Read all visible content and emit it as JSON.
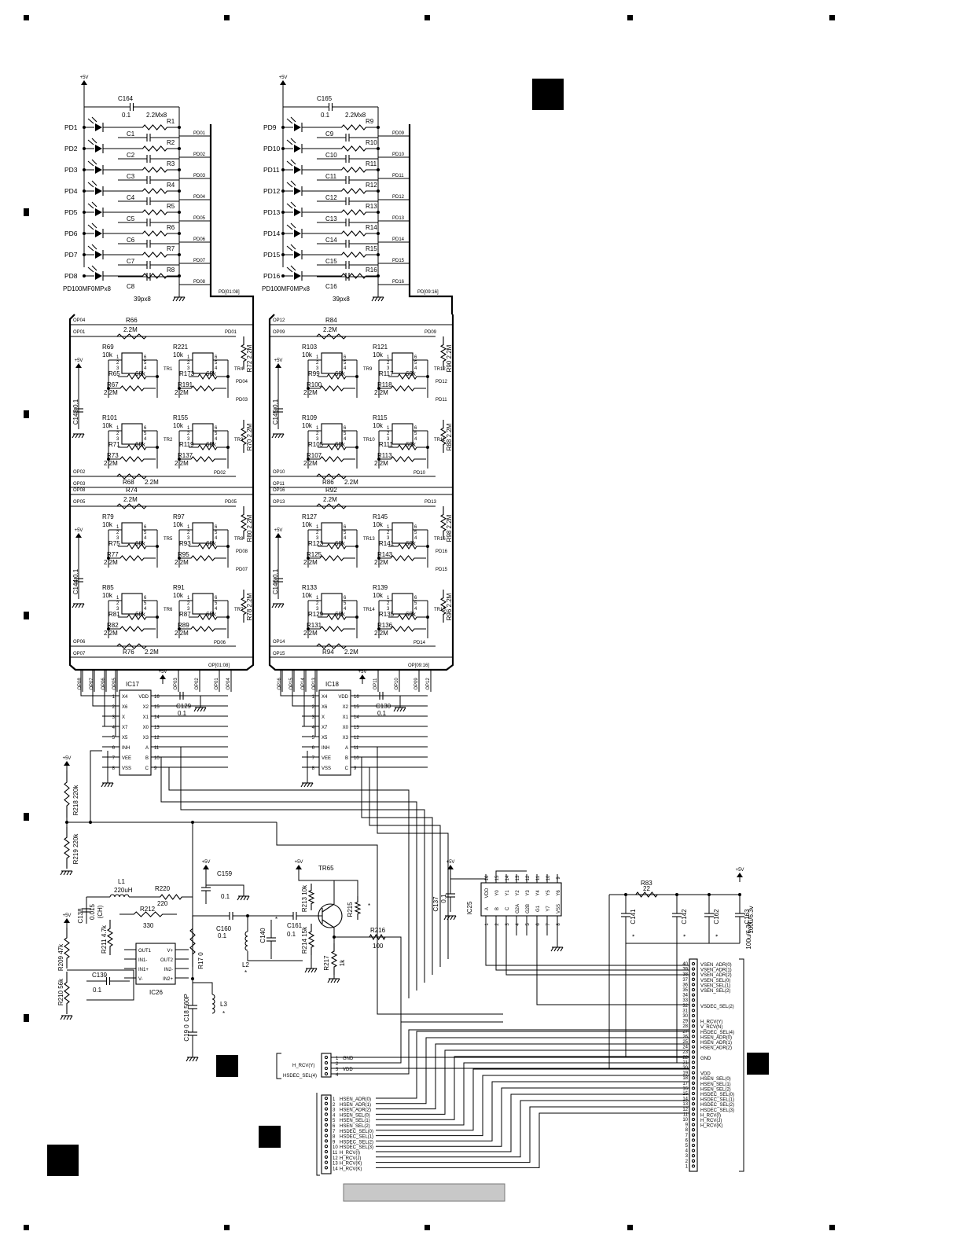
{
  "photodiode_banks": [
    {
      "supply": "+5V",
      "top_cap": {
        "ref": "C164",
        "value": "0.1"
      },
      "top_res_value": "2.2Mx8",
      "channels": [
        {
          "pd": "PD1",
          "r": "R1",
          "c": "",
          "net": "PD01"
        },
        {
          "pd": "PD2",
          "r": "R2",
          "c": "C1",
          "net": "PD02"
        },
        {
          "pd": "PD3",
          "r": "R3",
          "c": "C2",
          "net": "PD03"
        },
        {
          "pd": "PD4",
          "r": "R4",
          "c": "C3",
          "net": "PD04"
        },
        {
          "pd": "PD5",
          "r": "R5",
          "c": "C4",
          "net": "PD05"
        },
        {
          "pd": "PD6",
          "r": "R6",
          "c": "C5",
          "net": "PD06"
        },
        {
          "pd": "PD7",
          "r": "R7",
          "c": "C6",
          "net": "PD07"
        },
        {
          "pd": "PD8",
          "r": "R8",
          "c": "C7",
          "net": "PD08"
        }
      ],
      "last_cap": "C8",
      "cap_value": "39px8",
      "part": "PD100MF0MPx8",
      "bus": "PD[01:08]"
    },
    {
      "supply": "+5V",
      "top_cap": {
        "ref": "C165",
        "value": "0.1"
      },
      "top_res_value": "2.2Mx8",
      "channels": [
        {
          "pd": "PD9",
          "r": "R9",
          "c": "",
          "net": "PD09"
        },
        {
          "pd": "PD10",
          "r": "R10",
          "c": "C9",
          "net": "PD10"
        },
        {
          "pd": "PD11",
          "r": "R11",
          "c": "C10",
          "net": "PD11"
        },
        {
          "pd": "PD12",
          "r": "R12",
          "c": "C11",
          "net": "PD12"
        },
        {
          "pd": "PD13",
          "r": "R13",
          "c": "C12",
          "net": "PD13"
        },
        {
          "pd": "PD14",
          "r": "R14",
          "c": "C13",
          "net": "PD14"
        },
        {
          "pd": "PD15",
          "r": "R15",
          "c": "C14",
          "net": "PD15"
        },
        {
          "pd": "PD16",
          "r": "R16",
          "c": "C15",
          "net": "PD16"
        }
      ],
      "last_cap": "C16",
      "cap_value": "39px8",
      "part": "PD100MF0MPx8",
      "bus": "PD[09:16]"
    }
  ],
  "amp_blocks": [
    {
      "bus": "OP[01:08]",
      "groups": [
        {
          "in_top": "OP04",
          "in_top2": "OP01",
          "in_bot": "OP02",
          "in_bot2": "OP03",
          "fb_top": {
            "ref": "R66",
            "value": "2.2M"
          },
          "fb_bot": {
            "ref": "R68",
            "value": "2.2M"
          },
          "side_res": [
            {
              "ref": "R72",
              "value": "2.2M"
            },
            {
              "ref": "R70",
              "value": "2.2M"
            }
          ],
          "nets": [
            "PD01",
            "PD04",
            "PD03",
            "PD02"
          ],
          "cap": {
            "ref": "C143",
            "value": "0.1"
          },
          "trs": [
            {
              "tr": "TR1",
              "rin": "R69",
              "rin_v": "10k",
              "rfb": "R65",
              "rfb_v": "68k",
              "rlow": "R67",
              "rlow_v": "2.2M"
            },
            {
              "tr": "TR4",
              "rin": "R221",
              "rin_v": "10k",
              "rfb": "R173",
              "rfb_v": "68k",
              "rlow": "R191",
              "rlow_v": "2.2M"
            },
            {
              "tr": "TR2",
              "rin": "R101",
              "rin_v": "10k",
              "rfb": "R71",
              "rfb_v": "68k",
              "rlow": "R73",
              "rlow_v": "2.2M"
            },
            {
              "tr": "TR3",
              "rin": "R155",
              "rin_v": "10k",
              "rfb": "R119",
              "rfb_v": "68k",
              "rlow": "R137",
              "rlow_v": "2.2M"
            }
          ]
        },
        {
          "in_top": "OP08",
          "in_top2": "OP05",
          "in_bot": "OP06",
          "in_bot2": "OP07",
          "fb_top": {
            "ref": "R74",
            "value": "2.2M"
          },
          "fb_bot": {
            "ref": "R76",
            "value": "2.2M"
          },
          "side_res": [
            {
              "ref": "R80",
              "value": "2.2M"
            },
            {
              "ref": "R78",
              "value": "2.2M"
            }
          ],
          "nets": [
            "PD05",
            "PD08",
            "PD07",
            "PD06"
          ],
          "cap": {
            "ref": "C144",
            "value": "0.1"
          },
          "trs": [
            {
              "tr": "TR5",
              "rin": "R79",
              "rin_v": "10k",
              "rfb": "R75",
              "rfb_v": "68k",
              "rlow": "R77",
              "rlow_v": "2.2M"
            },
            {
              "tr": "TR8",
              "rin": "R97",
              "rin_v": "10k",
              "rfb": "R93",
              "rfb_v": "68k",
              "rlow": "R95",
              "rlow_v": "2.2M"
            },
            {
              "tr": "TR6",
              "rin": "R85",
              "rin_v": "10k",
              "rfb": "R81",
              "rfb_v": "68k",
              "rlow": "R82",
              "rlow_v": "2.2M"
            },
            {
              "tr": "TR7",
              "rin": "R91",
              "rin_v": "10k",
              "rfb": "R87",
              "rfb_v": "68k",
              "rlow": "R89",
              "rlow_v": "2.2M"
            }
          ]
        }
      ]
    },
    {
      "bus": "OP[09:16]",
      "groups": [
        {
          "in_top": "OP12",
          "in_top2": "OP09",
          "in_bot": "OP10",
          "in_bot2": "OP11",
          "fb_top": {
            "ref": "R84",
            "value": "2.2M"
          },
          "fb_bot": {
            "ref": "R86",
            "value": "2.2M"
          },
          "side_res": [
            {
              "ref": "R90",
              "value": "2.2M"
            },
            {
              "ref": "R88",
              "value": "2.2M"
            }
          ],
          "nets": [
            "PD09",
            "PD12",
            "PD11",
            "PD10"
          ],
          "cap": {
            "ref": "C145",
            "value": "0.1"
          },
          "trs": [
            {
              "tr": "TR9",
              "rin": "R103",
              "rin_v": "10k",
              "rfb": "R99",
              "rfb_v": "68k",
              "rlow": "R100",
              "rlow_v": "2.2M"
            },
            {
              "tr": "TR12",
              "rin": "R121",
              "rin_v": "10k",
              "rfb": "R117",
              "rfb_v": "68k",
              "rlow": "R118",
              "rlow_v": "2.2M"
            },
            {
              "tr": "TR10",
              "rin": "R109",
              "rin_v": "10k",
              "rfb": "R105",
              "rfb_v": "68k",
              "rlow": "R107",
              "rlow_v": "2.2M"
            },
            {
              "tr": "TR11",
              "rin": "R115",
              "rin_v": "10k",
              "rfb": "R111",
              "rfb_v": "68k",
              "rlow": "R113",
              "rlow_v": "2.2M"
            }
          ]
        },
        {
          "in_top": "OP16",
          "in_top2": "OP13",
          "in_bot": "OP14",
          "in_bot2": "OP15",
          "fb_top": {
            "ref": "R92",
            "value": "2.2M"
          },
          "fb_bot": {
            "ref": "R94",
            "value": "2.2M"
          },
          "side_res": [
            {
              "ref": "R98",
              "value": "2.2M"
            },
            {
              "ref": "R96",
              "value": "2.2M"
            }
          ],
          "nets": [
            "PD13",
            "PD16",
            "PD15",
            "PD14"
          ],
          "cap": {
            "ref": "C146",
            "value": "0.1"
          },
          "trs": [
            {
              "tr": "TR13",
              "rin": "R127",
              "rin_v": "10k",
              "rfb": "R123",
              "rfb_v": "68k",
              "rlow": "R125",
              "rlow_v": "2.2M"
            },
            {
              "tr": "TR16",
              "rin": "R145",
              "rin_v": "10k",
              "rfb": "R141",
              "rfb_v": "68k",
              "rlow": "R143",
              "rlow_v": "2.2M"
            },
            {
              "tr": "TR14",
              "rin": "R133",
              "rin_v": "10k",
              "rfb": "R129",
              "rfb_v": "68k",
              "rlow": "R131",
              "rlow_v": "2.2M"
            },
            {
              "tr": "TR15",
              "rin": "R139",
              "rin_v": "10k",
              "rfb": "R135",
              "rfb_v": "68k",
              "rlow": "R136",
              "rlow_v": "2.2M"
            }
          ]
        }
      ]
    }
  ],
  "muxes": [
    {
      "ref": "IC17",
      "supply": "+5V",
      "cap": {
        "ref": "C129",
        "value": "0.1"
      },
      "top_nets": [
        "OP08",
        "OP07",
        "OP06",
        "OP05",
        "OP03",
        "OP02",
        "OP01",
        "OP04"
      ],
      "left_pins": [
        {
          "n": "1",
          "s": "X4"
        },
        {
          "n": "2",
          "s": "X6"
        },
        {
          "n": "3",
          "s": "X"
        },
        {
          "n": "4",
          "s": "X7"
        },
        {
          "n": "5",
          "s": "X5"
        },
        {
          "n": "6",
          "s": "INH"
        },
        {
          "n": "7",
          "s": "VEE"
        },
        {
          "n": "8",
          "s": "VSS"
        }
      ],
      "right_pins": [
        {
          "n": "16",
          "s": "VDD"
        },
        {
          "n": "15",
          "s": "X2"
        },
        {
          "n": "14",
          "s": "X1"
        },
        {
          "n": "13",
          "s": "X0"
        },
        {
          "n": "12",
          "s": "X3"
        },
        {
          "n": "11",
          "s": "A"
        },
        {
          "n": "10",
          "s": "B"
        },
        {
          "n": "9",
          "s": "C"
        }
      ]
    },
    {
      "ref": "IC18",
      "supply": "+5V",
      "cap": {
        "ref": "C130",
        "value": "0.1"
      },
      "top_nets": [
        "OP16",
        "OP15",
        "OP14",
        "OP13",
        "OP11",
        "OP10",
        "OP09",
        "OP12"
      ],
      "left_pins": [
        {
          "n": "1",
          "s": "X4"
        },
        {
          "n": "2",
          "s": "X6"
        },
        {
          "n": "3",
          "s": "X"
        },
        {
          "n": "4",
          "s": "X7"
        },
        {
          "n": "5",
          "s": "X5"
        },
        {
          "n": "6",
          "s": "INH"
        },
        {
          "n": "7",
          "s": "VEE"
        },
        {
          "n": "8",
          "s": "VSS"
        }
      ],
      "right_pins": [
        {
          "n": "16",
          "s": "VDD"
        },
        {
          "n": "15",
          "s": "X2"
        },
        {
          "n": "14",
          "s": "X1"
        },
        {
          "n": "13",
          "s": "X0"
        },
        {
          "n": "12",
          "s": "X3"
        },
        {
          "n": "11",
          "s": "A"
        },
        {
          "n": "10",
          "s": "B"
        },
        {
          "n": "9",
          "s": "C"
        }
      ]
    }
  ],
  "divider": {
    "supply": "+5V",
    "r_top": {
      "ref": "R218",
      "value": "220k"
    },
    "r_bot": {
      "ref": "R219",
      "value": "220k"
    }
  },
  "analog": {
    "l1": {
      "ref": "L1",
      "value": "220uH"
    },
    "r220": {
      "ref": "R220",
      "value": "220"
    },
    "r212": {
      "ref": "R212",
      "value": "330"
    },
    "c138": {
      "ref": "C138",
      "value": "0.015"
    },
    "c138_note": "(CH)",
    "r211": {
      "ref": "R211",
      "value": "4.7k"
    },
    "r209": {
      "ref": "R209",
      "value": "47k"
    },
    "r210": {
      "ref": "R210",
      "value": "56k"
    },
    "c139": {
      "ref": "C139",
      "value": "0.1"
    },
    "supply": "+5V",
    "ic26": {
      "ref": "IC26",
      "pins": [
        "OUT1",
        "IN1-",
        "IN1+",
        "V-",
        "V+",
        "OUT2",
        "IN2-",
        "IN2+"
      ]
    },
    "r17": {
      "ref": "R17",
      "value": "0"
    },
    "c159": {
      "ref": "C159",
      "value": "0.1"
    },
    "c160": {
      "ref": "C160",
      "value": "0.1"
    },
    "c18": {
      "ref": "C18",
      "value": "560P"
    },
    "c19": {
      "ref": "C19",
      "value": "0"
    },
    "l2": {
      "ref": "L2",
      "value": "*"
    },
    "l3": {
      "ref": "L3",
      "value": "*"
    },
    "c140": {
      "ref": "C140",
      "value": "*"
    },
    "c161": {
      "ref": "C161",
      "value": "0.1"
    },
    "tr65": {
      "ref": "TR65"
    },
    "r213": {
      "ref": "R213",
      "value": "10k"
    },
    "r214": {
      "ref": "R214",
      "value": "15k"
    },
    "r215": {
      "ref": "R215",
      "value": "*"
    },
    "r216": {
      "ref": "R216",
      "value": "100"
    },
    "r217": {
      "ref": "R217",
      "value": "1k"
    }
  },
  "ic25": {
    "ref": "IC25",
    "supply": "+5V",
    "cap": {
      "ref": "C137",
      "value": "0.1"
    },
    "top_pins": [
      {
        "n": "16",
        "s": "VDD"
      },
      {
        "n": "15",
        "s": "Y0"
      },
      {
        "n": "14",
        "s": "Y1"
      },
      {
        "n": "13",
        "s": "Y2"
      },
      {
        "n": "12",
        "s": "Y3"
      },
      {
        "n": "11",
        "s": "Y4"
      },
      {
        "n": "10",
        "s": "Y5"
      },
      {
        "n": "9",
        "s": "Y6"
      }
    ],
    "bot_pins": [
      {
        "n": "1",
        "s": "A"
      },
      {
        "n": "2",
        "s": "B"
      },
      {
        "n": "3",
        "s": "C"
      },
      {
        "n": "4",
        "s": "G2A"
      },
      {
        "n": "5",
        "s": "G2B"
      },
      {
        "n": "6",
        "s": "G1"
      },
      {
        "n": "7",
        "s": "Y7"
      },
      {
        "n": "8",
        "s": "VSS"
      }
    ]
  },
  "power": {
    "supply": "+5V",
    "r83": {
      "ref": "R83",
      "value": "22"
    },
    "c141": {
      "ref": "C141",
      "value": "*"
    },
    "c142": {
      "ref": "C142",
      "value": "*"
    },
    "c162": {
      "ref": "C162",
      "value": "*"
    },
    "c163": {
      "ref": "C163",
      "value": "100u/6.3v"
    }
  },
  "connector_right": {
    "pins": [
      {
        "n": "40",
        "s": "VSEN_ADR(0)"
      },
      {
        "n": "39",
        "s": "VSEN_ADR(1)"
      },
      {
        "n": "38",
        "s": "VSEN_ADR(2)"
      },
      {
        "n": "37",
        "s": "VSEN_SEL(0)"
      },
      {
        "n": "36",
        "s": "VSEN_SEL(1)"
      },
      {
        "n": "35",
        "s": "VSEN_SEL(2)"
      },
      {
        "n": "34",
        "s": ""
      },
      {
        "n": "33",
        "s": ""
      },
      {
        "n": "32",
        "s": "VSDEC_SEL(2)"
      },
      {
        "n": "31",
        "s": ""
      },
      {
        "n": "30",
        "s": ""
      },
      {
        "n": "29",
        "s": "H_RCV(Y)"
      },
      {
        "n": "28",
        "s": "V_RCV(N)"
      },
      {
        "n": "27",
        "s": "HSDEC_SEL(4)"
      },
      {
        "n": "26",
        "s": "HSEN_ADR(0)"
      },
      {
        "n": "25",
        "s": "HSEN_ADR(1)"
      },
      {
        "n": "24",
        "s": "HSEN_ADR(2)"
      },
      {
        "n": "23",
        "s": ""
      },
      {
        "n": "22",
        "s": "GND"
      },
      {
        "n": "21",
        "s": ""
      },
      {
        "n": "20",
        "s": ""
      },
      {
        "n": "19",
        "s": "VDD"
      },
      {
        "n": "18",
        "s": "HSEN_SEL(0)"
      },
      {
        "n": "17",
        "s": "HSEN_SEL(1)"
      },
      {
        "n": "16",
        "s": "HSEN_SEL(2)"
      },
      {
        "n": "15",
        "s": "HSDEC_SEL(0)"
      },
      {
        "n": "14",
        "s": "HSDEC_SEL(1)"
      },
      {
        "n": "13",
        "s": "HSDEC_SEL(2)"
      },
      {
        "n": "12",
        "s": "HSDEC_SEL(3)"
      },
      {
        "n": "11",
        "s": "H_RCV(I)"
      },
      {
        "n": "10",
        "s": "H_RCV(J)"
      },
      {
        "n": "9",
        "s": "H_RCV(K)"
      },
      {
        "n": "8",
        "s": ""
      },
      {
        "n": "7",
        "s": ""
      },
      {
        "n": "6",
        "s": ""
      },
      {
        "n": "5",
        "s": ""
      },
      {
        "n": "4",
        "s": ""
      },
      {
        "n": "3",
        "s": ""
      },
      {
        "n": "2",
        "s": ""
      },
      {
        "n": "1",
        "s": ""
      }
    ]
  },
  "connector_small": {
    "pins": [
      {
        "n": "1",
        "s": "GND"
      },
      {
        "n": "2",
        "s": ""
      },
      {
        "n": "3",
        "s": "VDD"
      },
      {
        "n": "4",
        "s": ""
      }
    ],
    "ext": [
      "H_RCV(Y)",
      "HSDEC_SEL(4)"
    ]
  },
  "connector_bottom": {
    "pins": [
      {
        "n": "1",
        "s": "HSEN_ADR(0)"
      },
      {
        "n": "2",
        "s": "HSEN_ADR(1)"
      },
      {
        "n": "3",
        "s": "HSEN_ADR(2)"
      },
      {
        "n": "4",
        "s": "HSEN_SEL(0)"
      },
      {
        "n": "5",
        "s": "HSEN_SEL(1)"
      },
      {
        "n": "6",
        "s": "HSEN_SEL(2)"
      },
      {
        "n": "7",
        "s": "HSDEC_SEL(0)"
      },
      {
        "n": "8",
        "s": "HSDEC_SEL(1)"
      },
      {
        "n": "9",
        "s": "HSDEC_SEL(2)"
      },
      {
        "n": "10",
        "s": "HSDEC_SEL(3)"
      },
      {
        "n": "11",
        "s": "H_RCV(I)"
      },
      {
        "n": "12",
        "s": "H_RCV(J)"
      },
      {
        "n": "13",
        "s": "H_RCV(K)"
      },
      {
        "n": "14",
        "s": "H_RCV(K)"
      }
    ]
  }
}
